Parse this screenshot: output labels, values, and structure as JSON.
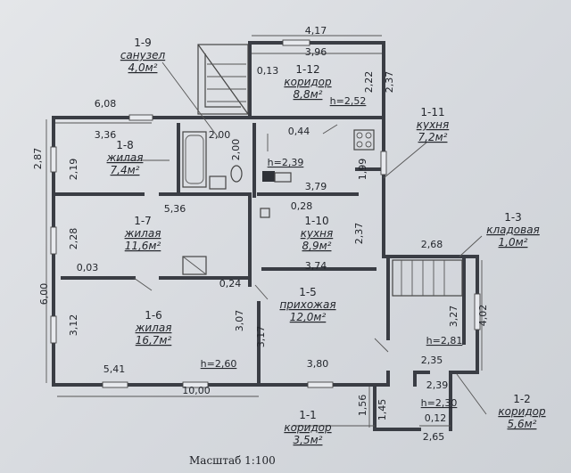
{
  "rooms": [
    {
      "num": "1-1",
      "name": "коридор",
      "area": "3,5м²"
    },
    {
      "num": "1-2",
      "name": "коридор",
      "area": "5,6м²"
    },
    {
      "num": "1-3",
      "name": "кладовая",
      "area": "1,0м²"
    },
    {
      "num": "1-5",
      "name": "прихожая",
      "area": "12,0м²"
    },
    {
      "num": "1-6",
      "name": "жилая",
      "area": "16,7м²"
    },
    {
      "num": "1-7",
      "name": "жилая",
      "area": "11,6м²"
    },
    {
      "num": "1-8",
      "name": "жилая",
      "area": "7,4м²"
    },
    {
      "num": "1-9",
      "name": "санузел",
      "area": "4,0м²"
    },
    {
      "num": "1-10",
      "name": "кухня",
      "area": "8,9м²"
    },
    {
      "num": "1-11",
      "name": "кухня",
      "area": "7,2м²"
    },
    {
      "num": "1-12",
      "name": "коридор",
      "area": "8,8м²"
    }
  ],
  "dimensions": [
    "4,17",
    "3,96",
    "0,13",
    "2,22",
    "2,37",
    "6,08",
    "3,36",
    "2,87",
    "2,19",
    "2,00",
    "2,00",
    "0,44",
    "1,99",
    "3,79",
    "0,28",
    "5,36",
    "2,28",
    "2,37",
    "3,74",
    "2,68",
    "0,03",
    "0,24",
    "6,00",
    "3,12",
    "3,07",
    "3,17",
    "3,27",
    "4,02",
    "5,41",
    "3,80",
    "10,00",
    "2,35",
    "2,39",
    "1,56",
    "1,45",
    "0,12",
    "2,65"
  ],
  "heights": [
    "h=2,52",
    "h=2,39",
    "h=2,60",
    "h=2,81",
    "h=2,30"
  ],
  "scale": "Масштаб 1:100"
}
